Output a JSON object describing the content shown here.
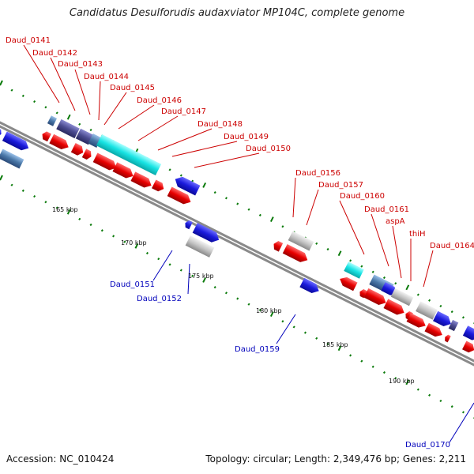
{
  "title": "Candidatus Desulforudis audaxviator MP104C, complete genome",
  "footer": {
    "accession": "Accession: NC_010424",
    "topology": "Topology: circular; Length: 2,349,476 bp; Genes: 2,211"
  },
  "colors": {
    "forward_strand": "#1b1bdc",
    "reverse_strand": "#e80000",
    "highlight_cyan": "#18e4e4",
    "dark_slate": "#4b4b90",
    "steel_blue": "#4a78a8",
    "grey_gene": "#bdbdbd",
    "label_red": "#cc0000",
    "label_blue": "#0000bb",
    "tick_green": "#0a7a0a",
    "backbone": "#8a8a8a"
  },
  "scale_labels": [
    "165 kbp",
    "170 kbp",
    "175 kbp",
    "180 kbp",
    "185 kbp",
    "190 kbp"
  ],
  "gene_labels_top": [
    "Daud_0141",
    "Daud_0142",
    "Daud_0143",
    "Daud_0144",
    "Daud_0145",
    "Daud_0146",
    "Daud_0147",
    "Daud_0148",
    "Daud_0149",
    "Daud_0150",
    "Daud_0156",
    "Daud_0157",
    "Daud_0160",
    "Daud_0161",
    "aspA",
    "thiH",
    "Daud_0164"
  ],
  "gene_labels_bottom": [
    "Daud_0151",
    "Daud_0152",
    "Daud_0159",
    "Daud_0170"
  ]
}
